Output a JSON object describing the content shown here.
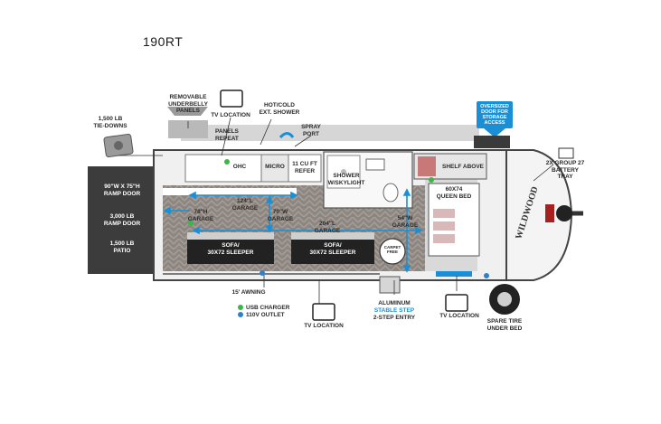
{
  "model": "190RT",
  "labels": {
    "removable_panels": "REMOVABLE\nUNDERBELLY\nPANELS",
    "tv_location_top": "TV LOCATION",
    "hot_cold_shower": "HOT/COLD\nEXT. SHOWER",
    "spray_port": "SPRAY\nPORT",
    "oversized_door": "OVERSIZED\nDOOR FOR\nSTORAGE\nACCESS",
    "tie_downs": "1,500 LB\nTIE-DOWNS",
    "panels_repeat": "PANELS\nREPEAT",
    "ohc": "OHC",
    "micro": "MICRO",
    "refer": "11 CU FT\nREFER",
    "shower": "SHOWER\nw/SKYLIGHT",
    "shelf_above": "SHELF ABOVE",
    "battery_tray": "2X GROUP 27\nBATTERY\nTRAY",
    "ramp_door_size": "90\"W x 75\"H\nRAMP DOOR",
    "ramp_door_weight": "3,000 LB\nRAMP DOOR",
    "patio": "1,500 LB\nPATIO",
    "garage_124": "124\"L\nGARAGE",
    "garage_78h": "78\"H\nGARAGE",
    "garage_70w": "70\"W\nGARAGE",
    "garage_204": "204\"L\nGARAGE",
    "garage_54w": "54\"W\nGARAGE",
    "queen_bed": "60X74\nQUEEN BED",
    "sofa1": "SOFA/\n30x72 SLEEPER",
    "sofa2": "SOFA/\n30x72 SLEEPER",
    "awning": "15' AWNING",
    "usb_charger": "USB CHARGER",
    "outlet": "110V OUTLET",
    "tv_location_bottom": "TV LOCATION",
    "aluminum": "ALUMINUM",
    "stable_step": "STABLE STEP",
    "entry": "2-STEP ENTRY",
    "tv_location_right": "TV LOCATION",
    "spare_tire": "SPARE TIRE\nUNDER BED",
    "brand": "WILDWOOD",
    "badge": "CARPET\nFREE"
  },
  "colors": {
    "accent_blue": "#1a8fd6",
    "legend_green": "#3db54a",
    "legend_blue": "#2f7fd0",
    "ramp": "#3c3c3c",
    "floor": "#8c8580"
  }
}
